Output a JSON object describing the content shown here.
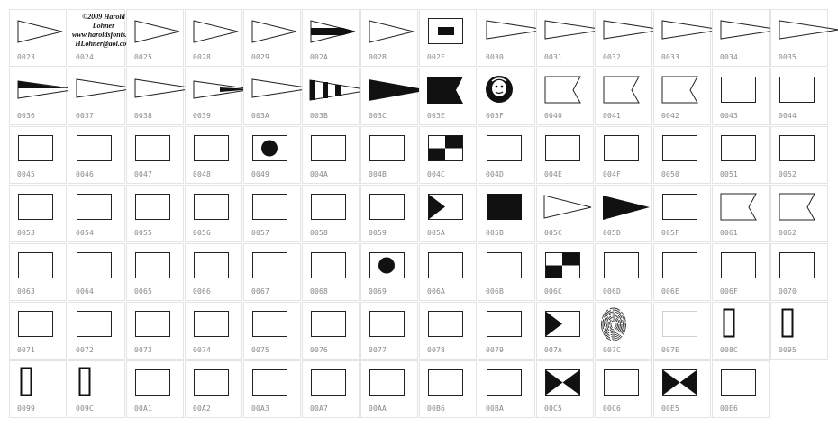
{
  "credit": [
    "©2009 Harold Lohner",
    "www.haroldsfonts.com",
    "HLohner@aol.com"
  ],
  "cells": [
    {
      "code": "0023",
      "glyph": "pennant-outline-icon"
    },
    {
      "code": "0024",
      "glyph": "credit-text"
    },
    {
      "code": "0025",
      "glyph": "pennant-outline-icon"
    },
    {
      "code": "0028",
      "glyph": "pennant-outline-icon"
    },
    {
      "code": "0029",
      "glyph": "pennant-outline-icon"
    },
    {
      "code": "002A",
      "glyph": "pennant-black-stripe-icon"
    },
    {
      "code": "002B",
      "glyph": "pennant-outline-icon"
    },
    {
      "code": "002F",
      "glyph": "flag-black-square-icon"
    },
    {
      "code": "0030",
      "glyph": "pennant-long-outline-icon"
    },
    {
      "code": "0031",
      "glyph": "pennant-long-outline-icon"
    },
    {
      "code": "0032",
      "glyph": "pennant-long-outline-icon"
    },
    {
      "code": "0033",
      "glyph": "pennant-long-outline-icon"
    },
    {
      "code": "0034",
      "glyph": "pennant-long-outline-icon"
    },
    {
      "code": "0035",
      "glyph": "pennant-long-outline-icon"
    },
    {
      "code": "0036",
      "glyph": "pennant-long-black-top-icon"
    },
    {
      "code": "0037",
      "glyph": "pennant-long-outline-icon"
    },
    {
      "code": "0038",
      "glyph": "pennant-long-outline-icon"
    },
    {
      "code": "0039",
      "glyph": "pennant-long-black-tip-icon"
    },
    {
      "code": "003A",
      "glyph": "pennant-long-outline-icon"
    },
    {
      "code": "003B",
      "glyph": "pennant-vertical-bars-icon"
    },
    {
      "code": "003C",
      "glyph": "pennant-solid-icon"
    },
    {
      "code": "003E",
      "glyph": "swallowtail-solid-icon"
    },
    {
      "code": "003F",
      "glyph": "portrait-medallion-icon"
    },
    {
      "code": "0040",
      "glyph": "swallowtail-outline-icon"
    },
    {
      "code": "0041",
      "glyph": "swallowtail-outline-icon"
    },
    {
      "code": "0042",
      "glyph": "swallowtail-outline-icon"
    },
    {
      "code": "0043",
      "glyph": "flag-rect-icon"
    },
    {
      "code": "0044",
      "glyph": "flag-rect-icon"
    },
    {
      "code": "0045",
      "glyph": "flag-rect-icon"
    },
    {
      "code": "0046",
      "glyph": "flag-rect-icon"
    },
    {
      "code": "0047",
      "glyph": "flag-rect-icon"
    },
    {
      "code": "0048",
      "glyph": "flag-rect-icon"
    },
    {
      "code": "0049",
      "glyph": "flag-dot-icon"
    },
    {
      "code": "004A",
      "glyph": "flag-rect-icon"
    },
    {
      "code": "004B",
      "glyph": "flag-rect-icon"
    },
    {
      "code": "004C",
      "glyph": "flag-checker-icon"
    },
    {
      "code": "004D",
      "glyph": "flag-rect-icon"
    },
    {
      "code": "004E",
      "glyph": "flag-rect-icon"
    },
    {
      "code": "004F",
      "glyph": "flag-rect-icon"
    },
    {
      "code": "0050",
      "glyph": "flag-rect-icon"
    },
    {
      "code": "0051",
      "glyph": "flag-rect-icon"
    },
    {
      "code": "0052",
      "glyph": "flag-rect-icon"
    },
    {
      "code": "0053",
      "glyph": "flag-rect-icon"
    },
    {
      "code": "0054",
      "glyph": "flag-rect-icon"
    },
    {
      "code": "0055",
      "glyph": "flag-rect-icon"
    },
    {
      "code": "0056",
      "glyph": "flag-rect-icon"
    },
    {
      "code": "0057",
      "glyph": "flag-rect-icon"
    },
    {
      "code": "0058",
      "glyph": "flag-rect-icon"
    },
    {
      "code": "0059",
      "glyph": "flag-rect-icon"
    },
    {
      "code": "005A",
      "glyph": "flag-triangle-icon"
    },
    {
      "code": "005B",
      "glyph": "flag-solid-icon"
    },
    {
      "code": "005C",
      "glyph": "pennant-wide-outline-icon"
    },
    {
      "code": "005D",
      "glyph": "pennant-wide-solid-icon"
    },
    {
      "code": "005F",
      "glyph": "flag-rect-icon"
    },
    {
      "code": "0061",
      "glyph": "swallowtail-outline-icon"
    },
    {
      "code": "0062",
      "glyph": "swallowtail-outline-icon"
    },
    {
      "code": "0063",
      "glyph": "flag-rect-icon"
    },
    {
      "code": "0064",
      "glyph": "flag-rect-icon"
    },
    {
      "code": "0065",
      "glyph": "flag-rect-icon"
    },
    {
      "code": "0066",
      "glyph": "flag-rect-icon"
    },
    {
      "code": "0067",
      "glyph": "flag-rect-icon"
    },
    {
      "code": "0068",
      "glyph": "flag-rect-icon"
    },
    {
      "code": "0069",
      "glyph": "flag-dot-icon"
    },
    {
      "code": "006A",
      "glyph": "flag-rect-icon"
    },
    {
      "code": "006B",
      "glyph": "flag-rect-icon"
    },
    {
      "code": "006C",
      "glyph": "flag-checker-icon"
    },
    {
      "code": "006D",
      "glyph": "flag-rect-icon"
    },
    {
      "code": "006E",
      "glyph": "flag-rect-icon"
    },
    {
      "code": "006F",
      "glyph": "flag-rect-icon"
    },
    {
      "code": "0070",
      "glyph": "flag-rect-icon"
    },
    {
      "code": "0071",
      "glyph": "flag-rect-icon"
    },
    {
      "code": "0072",
      "glyph": "flag-rect-icon"
    },
    {
      "code": "0073",
      "glyph": "flag-rect-icon"
    },
    {
      "code": "0074",
      "glyph": "flag-rect-icon"
    },
    {
      "code": "0075",
      "glyph": "flag-rect-icon"
    },
    {
      "code": "0076",
      "glyph": "flag-rect-icon"
    },
    {
      "code": "0077",
      "glyph": "flag-rect-icon"
    },
    {
      "code": "0078",
      "glyph": "flag-rect-icon"
    },
    {
      "code": "0079",
      "glyph": "flag-rect-icon"
    },
    {
      "code": "007A",
      "glyph": "flag-triangle-icon"
    },
    {
      "code": "007C",
      "glyph": "fingerprint-icon"
    },
    {
      "code": "007E",
      "glyph": "flag-faint-icon"
    },
    {
      "code": "008C",
      "glyph": "vertical-bar-icon"
    },
    {
      "code": "0095",
      "glyph": "vertical-bar-icon"
    },
    {
      "code": "0099",
      "glyph": "vertical-bar-icon"
    },
    {
      "code": "009C",
      "glyph": "vertical-bar-icon"
    },
    {
      "code": "00A1",
      "glyph": "flag-rect-icon"
    },
    {
      "code": "00A2",
      "glyph": "flag-rect-icon"
    },
    {
      "code": "00A3",
      "glyph": "flag-rect-icon"
    },
    {
      "code": "00A7",
      "glyph": "flag-rect-icon"
    },
    {
      "code": "00AA",
      "glyph": "flag-rect-icon"
    },
    {
      "code": "00B6",
      "glyph": "flag-rect-icon"
    },
    {
      "code": "00BA",
      "glyph": "flag-rect-icon"
    },
    {
      "code": "00C5",
      "glyph": "flag-bowtie-icon"
    },
    {
      "code": "00C6",
      "glyph": "flag-rect-icon"
    },
    {
      "code": "00E5",
      "glyph": "flag-bowtie-icon"
    },
    {
      "code": "00E6",
      "glyph": "flag-rect-icon"
    }
  ]
}
